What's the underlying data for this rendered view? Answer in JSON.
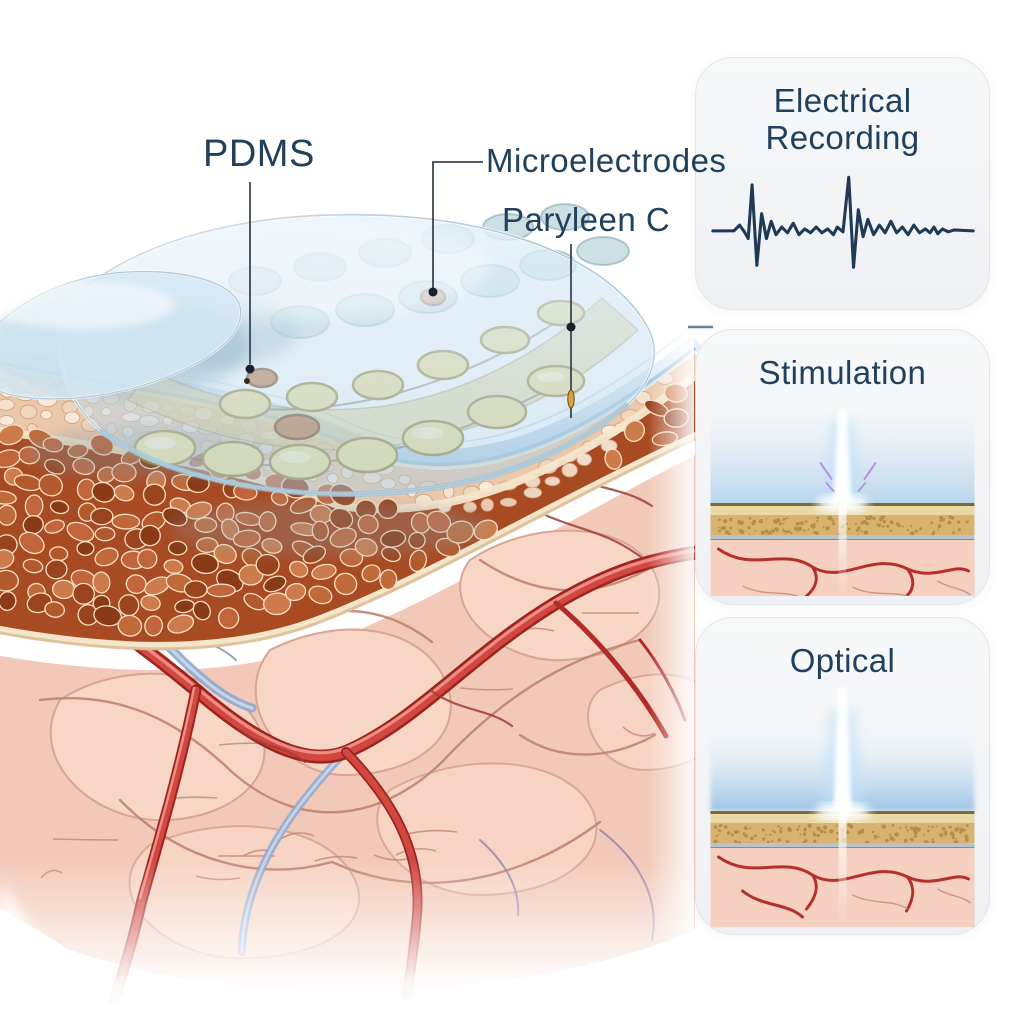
{
  "figure": {
    "description": "Cutaway illustration of a flexible PDMS microelectrode array device on skull bone and brain tissue",
    "labels": {
      "pdms": "PDMS",
      "microelectrodes": "Microelectrodes",
      "parylene": "Paryleen C"
    },
    "label_color": "#20405c"
  },
  "panels": [
    {
      "id": "electrical-recording",
      "title": "Electrical Recording",
      "icon": "spike-waveform-icon"
    },
    {
      "id": "stimulation",
      "title": "Stimulation",
      "icon": "stimulation-light-beam-icon"
    },
    {
      "id": "optical",
      "title": "Optical",
      "icon": "optical-light-beam-icon"
    }
  ],
  "colors": {
    "title_text": "#21405e",
    "waveform": "#1e3a57",
    "card_background_top": "#f7f8f9",
    "card_background_bottom": "#eef0f3",
    "card_border": "#e3e6e9",
    "brain_pink": "#f3cdbc",
    "vessel_red": "#b5302c",
    "vein_blue": "#8fa9cf",
    "bone_brown": "#a84a22",
    "cortical_cream": "#f4e6cb",
    "membrane_blue": "#cfe3f2",
    "pdms_sheet_blue": "#cfe6f4",
    "electrode_gold": "#efe098",
    "electrode_bronze": "#b97843"
  }
}
